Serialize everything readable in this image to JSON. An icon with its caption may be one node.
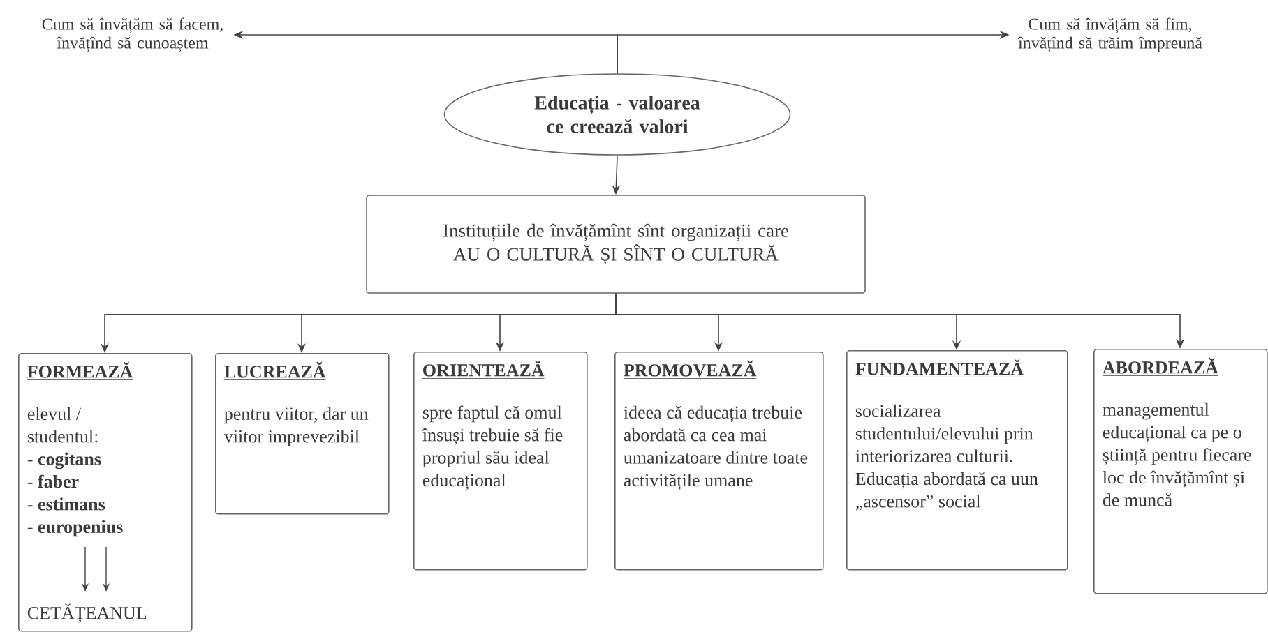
{
  "diagram": {
    "nodes": [
      {
        "text": [
          "Cum să învățăm să facem, învățînd să cunoaștem"
        ]
      },
      {
        "text": [
          "Cum să învățăm să fim, învățînd să trăim împreună"
        ]
      },
      {
        "text": [
          "Educația - valoarea ce creează valori"
        ]
      },
      {
        "text": [
          "Instituțiile de învățămînt sînt organizații care AU O CULTURĂ ȘI SÎNT O CULTURĂ"
        ]
      },
      {
        "text": [
          "FORMEAZĂ",
          "elevul /",
          "studentul:",
          "- **cogitans**",
          "- **faber**",
          "- **estimans**",
          "- **europenius**",
          "CETĂȚEANUL"
        ]
      },
      {
        "text": [
          "LUCREAZĂ",
          "pentru viitor, dar un viitor imprevezibil"
        ]
      },
      {
        "text": [
          "ORIENTEAZĂ",
          "spre faptul că omul însuși trebuie să fie propriul său ideal educațional"
        ]
      },
      {
        "text": [
          "PROMOVEAZĂ",
          "ideea că educația trebuie abordată ca cea mai umanizatoare dintre toate activitățile umane"
        ]
      },
      {
        "text": [
          "FUNDAMENTEAZĂ",
          "socializarea studentului/elevului prin interiorizarea culturii. Educația abordată ca uun „ascensor” social"
        ]
      },
      {
        "text": [
          "ABORDEAZĂ",
          "managementul educațional ca pe o știință pentru fiecare loc de învățămînt și de muncă"
        ]
      }
    ],
    "edges": [
      {
        "from": 2,
        "to": 0,
        "arrow": "to"
      },
      {
        "from": 2,
        "to": 1,
        "arrow": "to"
      },
      {
        "from": 2,
        "to": 3,
        "arrow": "to"
      },
      {
        "from": 3,
        "to": 4,
        "arrow": "to"
      },
      {
        "from": 3,
        "to": 5,
        "arrow": "to"
      },
      {
        "from": 3,
        "to": 6,
        "arrow": "to"
      },
      {
        "from": 3,
        "to": 7,
        "arrow": "to"
      },
      {
        "from": 3,
        "to": 8,
        "arrow": "to"
      },
      {
        "from": 3,
        "to": 9,
        "arrow": "to"
      }
    ]
  }
}
